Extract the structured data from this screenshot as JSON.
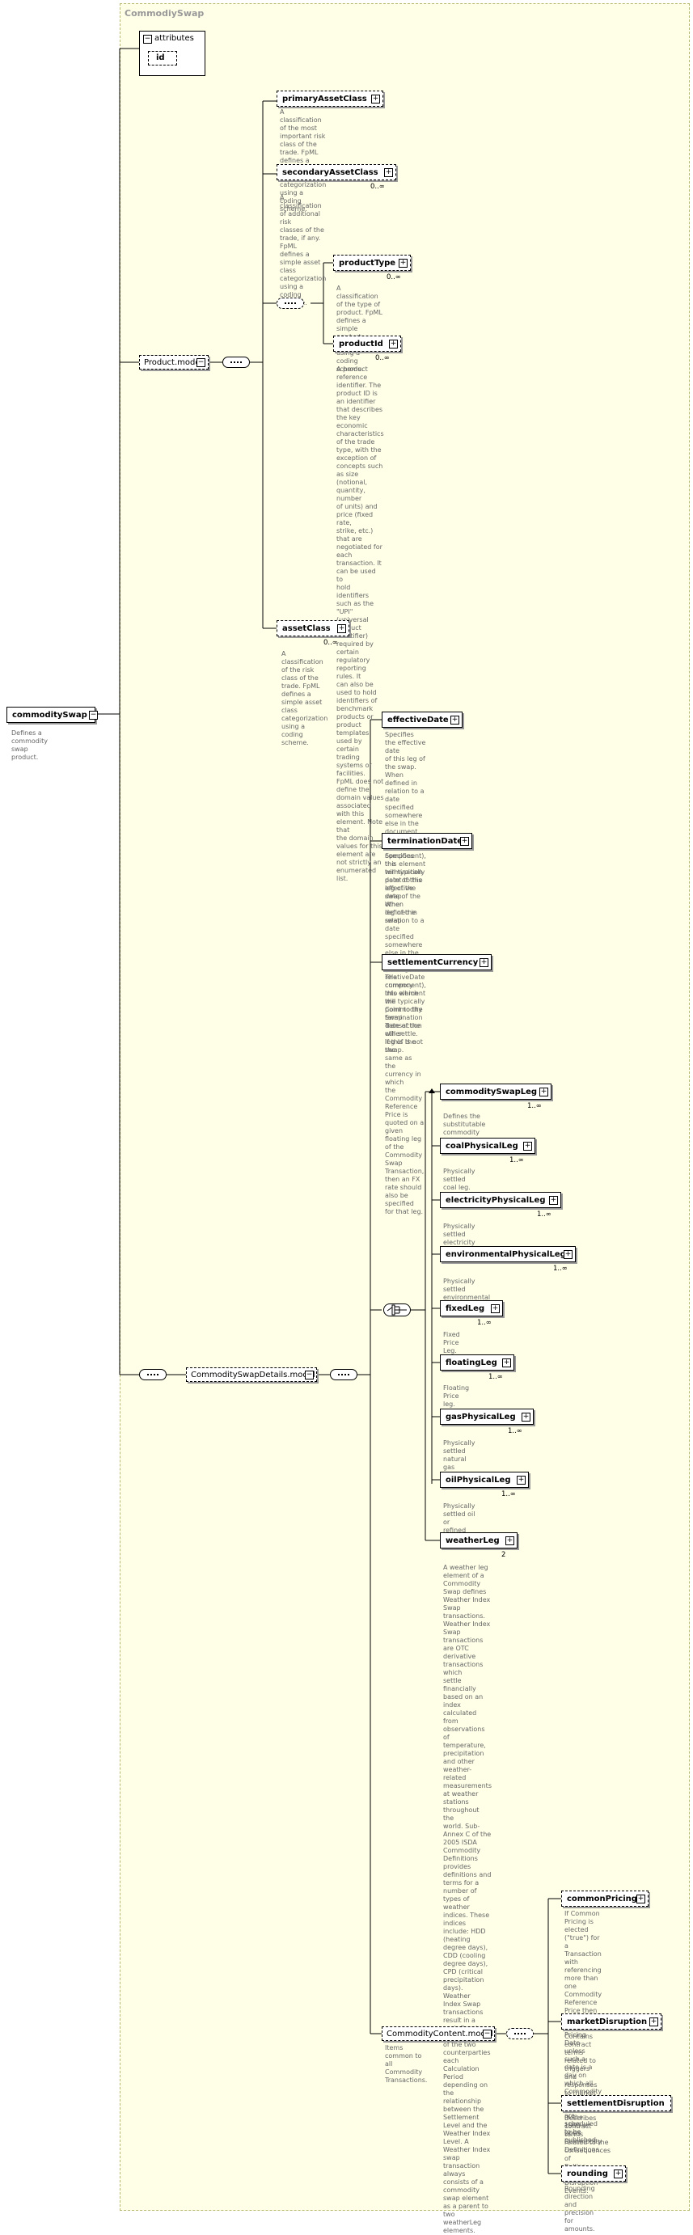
{
  "container_title": "CommodiySwap",
  "root": {
    "label": "commoditySwap",
    "desc": "Defines a commodity swap\nproduct."
  },
  "attributes": {
    "label": "attributes",
    "id_label": "id"
  },
  "product_model": "Product.model",
  "details_model": "CommoditySwapDetails.model",
  "content_model": {
    "label": "CommodityContent.model",
    "desc": "Items common to all\nCommodity Transactions."
  },
  "primaryAssetClass": {
    "label": "primaryAssetClass",
    "desc": "A classification of the most\nimportant risk class of the\ntrade. FpML defines a simple\nasset class categorization\nusing a coding scheme."
  },
  "secondaryAssetClass": {
    "label": "secondaryAssetClass",
    "card": "0..∞",
    "desc": "A classification of additional risk\nclasses of the trade, if any. FpML\ndefines a simple asset class\ncategorization using a coding\nscheme."
  },
  "productType": {
    "label": "productType",
    "card": "0..∞",
    "desc": "A classification of the type of\nproduct. FpML defines a\nsimple product categorization\nusing a coding scheme."
  },
  "productId": {
    "label": "productId",
    "card": "0..∞",
    "desc": "A product reference\nidentifier. The product ID is\nan identifier that describes\nthe key economic\ncharacteristics of the trade\ntype, with the exception of\nconcepts such as size\n(notional, quantity, number\nof units) and price (fixed rate,\nstrike, etc.) that are\nnegotiated for each\ntransaction. It can be used to\nhold identifiers such as the\n\"UPI\" (universal product\nidentifier) required by certain\nregulatory reporting rules. It\ncan also be used to hold\nidentifiers of benchmark\nproducts or product\ntemplates used by certain\ntrading systems or facilities.\nFpML does not define the\ndomain values associated\nwith this element. Note that\nthe domain values for this\nelement are not strictly an\nenumerated list."
  },
  "assetClass": {
    "label": "assetClass",
    "card": "0..∞",
    "desc": "A classification of the risk\nclass of the trade. FpML\ndefines a simple asset class\ncategorization using a coding\nscheme."
  },
  "effectiveDate": {
    "label": "effectiveDate",
    "desc": "Specifies the effective date\nof this leg of the swap.\nWhen defined in relation to a\ndate specified somewhere\nelse in the document\n(through the relativeDate\ncomponent), this element\nwill typically point to the\neffective date of the other\nleg of the swap."
  },
  "terminationDate": {
    "label": "terminationDate",
    "desc": "Specifies the termination\ndate of this leg of the swap.\nWhen defined in relation to a\ndate specified somewhere\nelse in the document\n(through the relativeDate\ncomponent), this element\nwill typically point to the\ntermination date of the other\nleg of the swap."
  },
  "settlementCurrency": {
    "label": "settlementCurrency",
    "desc": "The currency into which the\nCommodity Swap Transaction\nwill settle. If this is not the\nsame as the currency in which\nthe Commodity Reference\nPrice is quoted on a given\nfloating leg of the Commodity\nSwap Transaction, then an FX\nrate should also be specified\nfor that leg."
  },
  "legs": [
    {
      "label": "commoditySwapLeg",
      "card": "1..∞",
      "desc": "Defines the substitutable\ncommodity swap leg"
    },
    {
      "label": "coalPhysicalLeg",
      "card": "1..∞",
      "desc": "Physically settled coal leg."
    },
    {
      "label": "electricityPhysicalLeg",
      "card": "1..∞",
      "desc": "Physically settled electricity leg."
    },
    {
      "label": "environmentalPhysicalLeg",
      "card": "1..∞",
      "desc": "Physically settled environmental leg."
    },
    {
      "label": "fixedLeg",
      "card": "1..∞",
      "desc": "Fixed Price Leg."
    },
    {
      "label": "floatingLeg",
      "card": "1..∞",
      "desc": "Floating Price leg."
    },
    {
      "label": "gasPhysicalLeg",
      "card": "1..∞",
      "desc": "Physically settled natural gas\nleg."
    },
    {
      "label": "oilPhysicalLeg",
      "card": "1..∞",
      "desc": "Physically settled oil or\nrefined products leg."
    }
  ],
  "weatherLeg": {
    "label": "weatherLeg",
    "card": "2",
    "desc": "A weather leg element of a\nCommodity Swap defines\nWeather Index Swap\ntransactions. Weather Index\nSwap transactions are OTC\nderivative transactions which\nsettle financially based on an\nindex calculated from\nobservations of temperature,\nprecipitation and other\nweather-related\nmeasurements at weather\nstations throughout the\nworld. Sub-Annex C of the\n2005 ISDA Commodity\nDefinitions provides\ndefinitions and terms for a\nnumber of types of weather\nindices. These indices\ninclude: HDD (heating\ndegree days), CDD (cooling\ndegree days), CPD (critical\nprecipitation days). Weather\nIndex Swap transactions\nresult in a cash flow to one\nof the two counterparties\neach Calculation Period\ndepending on the relationship\nbetween the Settlement\nLevel and the Weather Index\nLevel. A Weather Index\nswap transaction always\nconsists of a commodity\nswap element as a parent to\ntwo weatherLeg elements."
  },
  "commonPricing": {
    "label": "commonPricing",
    "desc": "If Common Pricing is elected\n(\"true\") for a Transaction\nwith referencing more than\none Commodity Reference\nPrice then no date will be a\nPricing Date unless such a\ndate is a day on which all\nCommodity Reference Prices\nare scheduled to be\npublished."
  },
  "marketDisruption": {
    "label": "marketDisruption",
    "desc": "Contains contract terms\nrelated to triggers and\nresponses to market\ndisruptions as defined in the\n1993 or 2005 Commodity\nDefinitions."
  },
  "settlementDisruption": {
    "label": "settlementDisruption",
    "desc": "Describes contract terms\nrelated to the consequences of\nBullion Settlement Disruption\nEvents."
  },
  "rounding": {
    "label": "rounding",
    "desc": "Rounding direction and\nprecision for amounts."
  },
  "colors": {
    "container_bg": "#ffffe8",
    "container_border": "#b8b870",
    "desc_text": "#666666",
    "title_text": "#999999"
  },
  "icons": {
    "expand": "plus-icon",
    "sequence": "sequence-icon",
    "choice": "choice-icon"
  }
}
